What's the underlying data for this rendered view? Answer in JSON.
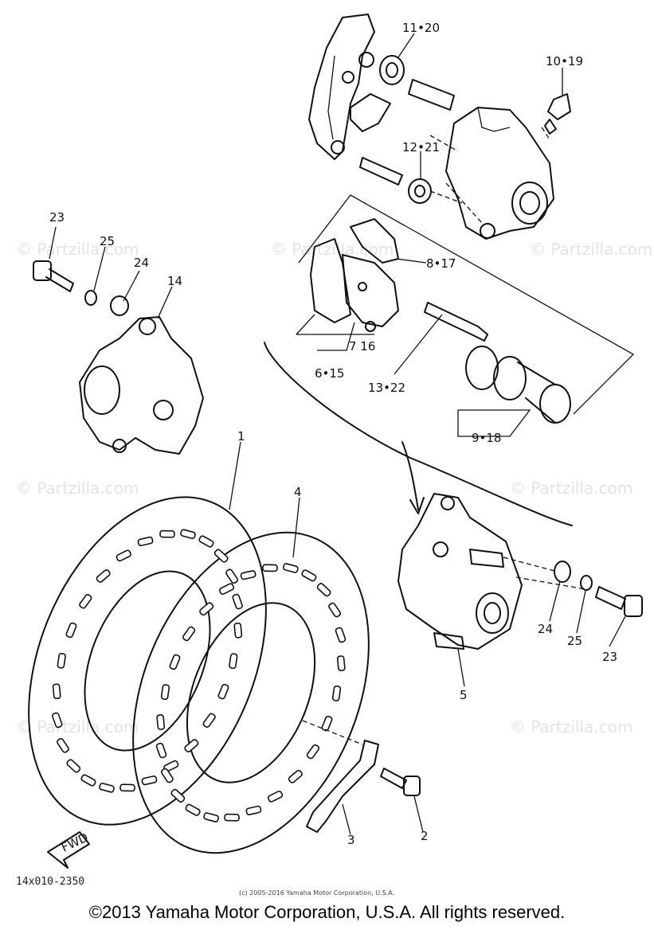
{
  "watermark": "© Partzilla.com",
  "callouts": {
    "c1": "1",
    "c2": "2",
    "c3": "3",
    "c4": "4",
    "c5": "5",
    "c6_15": "6•15",
    "c7_16": "7 16",
    "c8_17": "8•17",
    "c9_18": "9•18",
    "c10_19": "10•19",
    "c11_20": "11•20",
    "c12_21": "12•21",
    "c13_22": "13•22",
    "c14": "14",
    "c23a": "23",
    "c24a": "24",
    "c25a": "25",
    "c23b": "23",
    "c24b": "24",
    "c25b": "25"
  },
  "fwd_label": "FWD",
  "part_code": "14x010-2350",
  "small_copyright": "(c) 2005-2016 Yamaha Motor Corporation, U.S.A.",
  "copyright": "©2013 Yamaha Motor Corporation, U.S.A. All rights reserved."
}
